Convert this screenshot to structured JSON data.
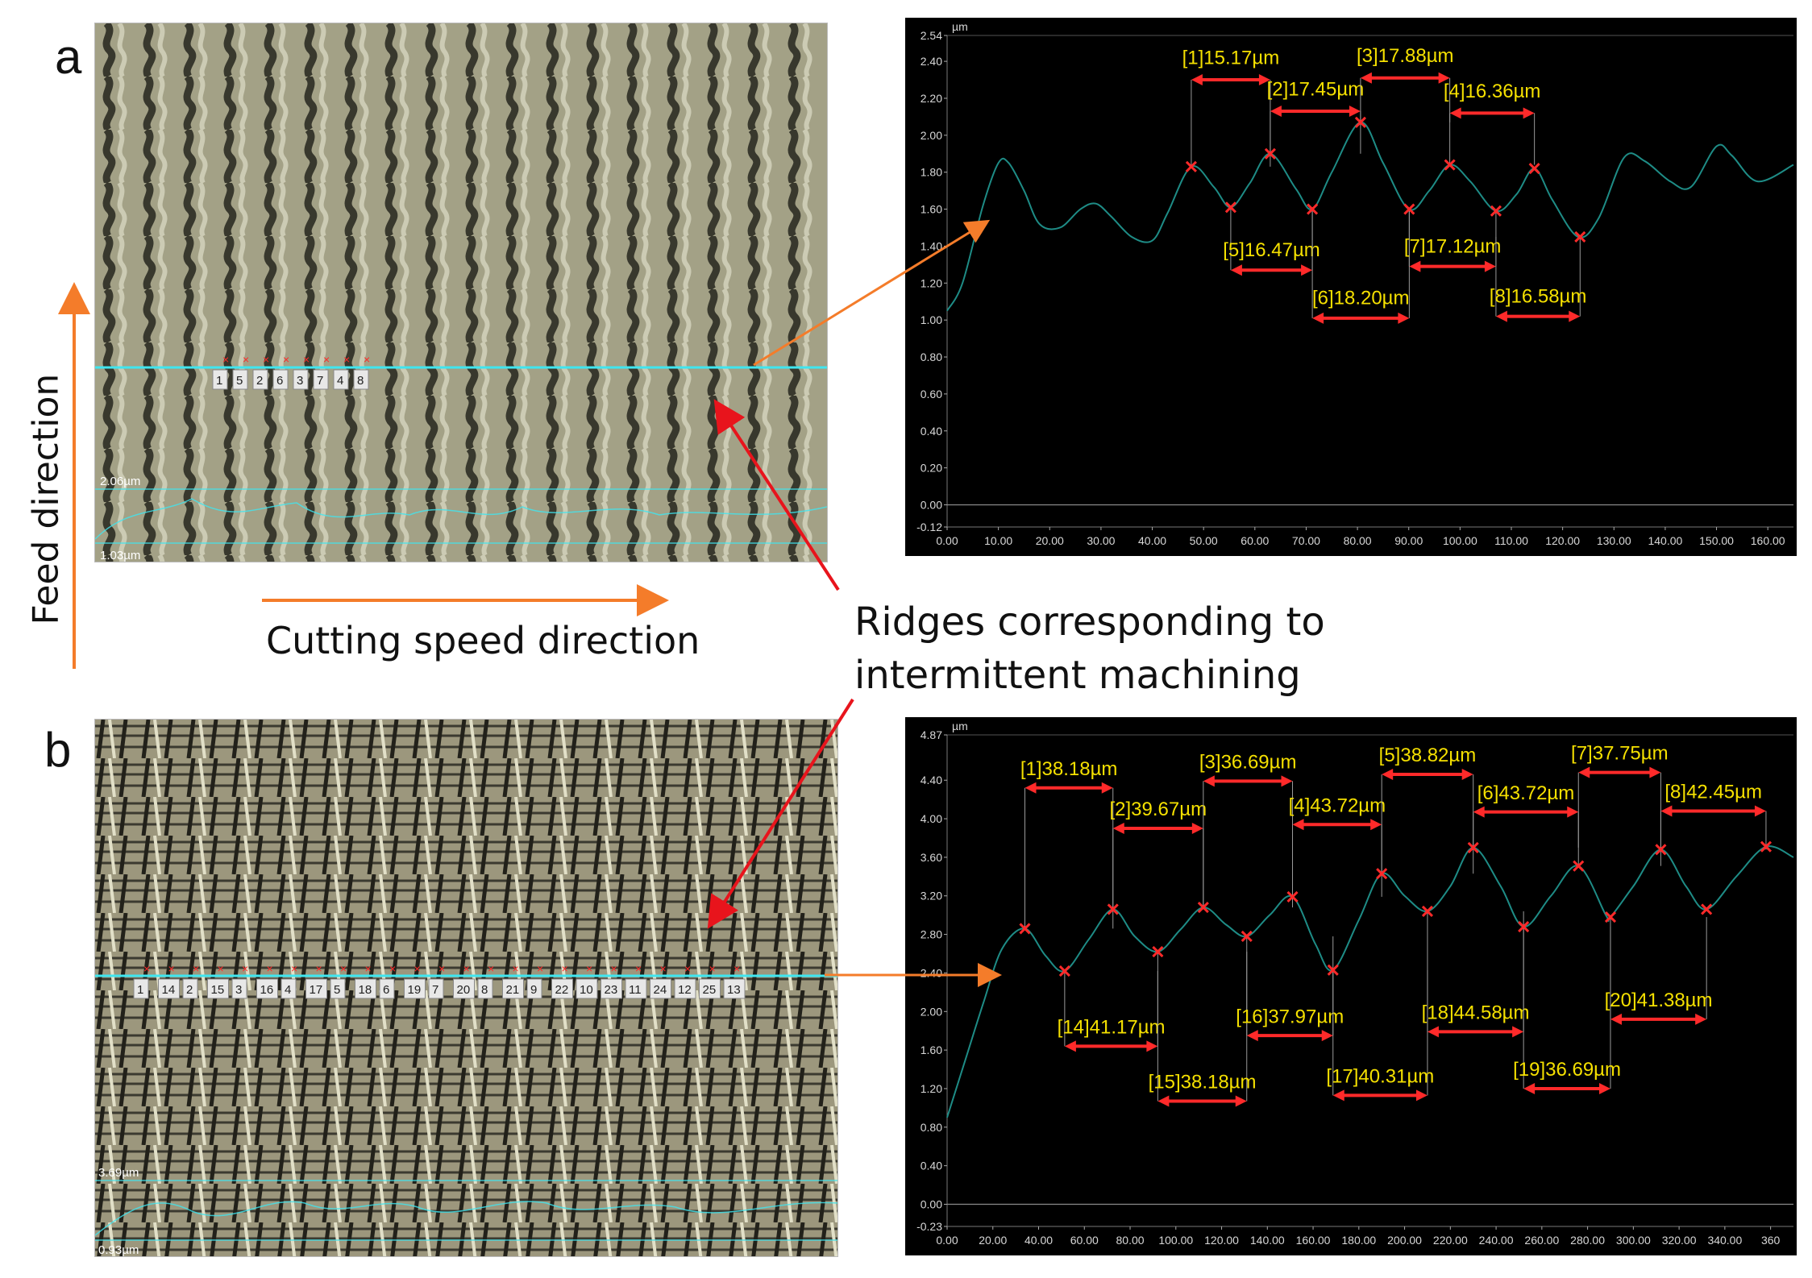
{
  "panels": {
    "a": {
      "letter": "a",
      "micro_overlay": {
        "top_label": "2.06µm",
        "bottom_label": "1.03µm",
        "point_labels": [
          "1",
          "5",
          "2",
          "6",
          "3",
          "7",
          "4",
          "8"
        ]
      }
    },
    "b": {
      "letter": "b",
      "micro_overlay": {
        "top_label": "3.69µm",
        "bottom_label": "0.93µm",
        "point_labels": [
          "1",
          "14",
          "2",
          "15",
          "3",
          "16",
          "4",
          "17",
          "5",
          "18",
          "6",
          "19",
          "7",
          "20",
          "8",
          "21",
          "9",
          "22",
          "10",
          "23",
          "11",
          "24",
          "12",
          "25",
          "13"
        ]
      }
    }
  },
  "annotations": {
    "feed_direction": "Feed direction",
    "cutting_speed_direction": "Cutting speed direction",
    "ridges_line1": "Ridges corresponding to",
    "ridges_line2": "intermittent machining"
  },
  "colors": {
    "profile_line": "#1e8c86",
    "marker": "#ff2a2a",
    "measure_text": "#f5e000",
    "arrow_orange": "#f47c2a",
    "arrow_red": "#e8141c",
    "cyan": "#3fe6f0"
  },
  "chart_data": [
    {
      "type": "line",
      "unit_label": "µm",
      "ylim": [
        -0.12,
        2.54
      ],
      "xlim": [
        0,
        165
      ],
      "y_ticks": [
        "2.54",
        "2.40",
        "2.20",
        "2.00",
        "1.80",
        "1.60",
        "1.40",
        "1.20",
        "1.00",
        "0.80",
        "0.60",
        "0.40",
        "0.20",
        "0.00",
        "-0.12"
      ],
      "x_ticks": [
        "0.00",
        "10.00",
        "20.00",
        "30.00",
        "40.00",
        "50.00",
        "60.00",
        "70.00",
        "80.00",
        "90.00",
        "100.00",
        "110.00",
        "120.00",
        "130.00",
        "140.00",
        "150.00",
        "160.00"
      ],
      "series": [
        {
          "x": [
            0,
            3,
            7,
            10,
            12,
            15,
            18,
            22,
            26,
            29,
            32,
            36,
            40,
            43,
            47.6,
            52,
            55.3,
            59,
            63,
            68,
            71.2,
            75,
            80.6,
            85,
            90,
            94,
            98,
            102,
            107,
            111,
            114.5,
            118,
            123,
            127,
            132,
            136,
            141,
            145,
            150,
            153,
            158,
            165
          ],
          "y": [
            1.05,
            1.2,
            1.62,
            1.85,
            1.85,
            1.7,
            1.52,
            1.5,
            1.6,
            1.63,
            1.56,
            1.45,
            1.43,
            1.58,
            1.83,
            1.72,
            1.61,
            1.74,
            1.9,
            1.71,
            1.6,
            1.8,
            2.07,
            1.85,
            1.6,
            1.7,
            1.84,
            1.75,
            1.59,
            1.68,
            1.82,
            1.65,
            1.45,
            1.55,
            1.88,
            1.86,
            1.75,
            1.72,
            1.94,
            1.89,
            1.75,
            1.84
          ]
        }
      ],
      "markers": [
        {
          "x": 47.6,
          "y": 1.83
        },
        {
          "x": 55.3,
          "y": 1.61
        },
        {
          "x": 63.0,
          "y": 1.9
        },
        {
          "x": 71.2,
          "y": 1.6
        },
        {
          "x": 80.6,
          "y": 2.07
        },
        {
          "x": 90.1,
          "y": 1.6
        },
        {
          "x": 98.0,
          "y": 1.84
        },
        {
          "x": 107.0,
          "y": 1.59
        },
        {
          "x": 114.5,
          "y": 1.82
        },
        {
          "x": 123.4,
          "y": 1.45
        }
      ],
      "measurements": [
        {
          "label": "[1]15.17µm",
          "x1": 47.6,
          "x2": 63.0,
          "y": 2.3,
          "text_y": 2.42,
          "drop_to": 1.83
        },
        {
          "label": "[2]17.45µm",
          "x1": 63.0,
          "x2": 80.6,
          "y": 2.13,
          "text_y": 2.25,
          "drop_to": 1.9
        },
        {
          "label": "[3]17.88µm",
          "x1": 80.6,
          "x2": 98.0,
          "y": 2.31,
          "text_y": 2.43,
          "drop_to": 2.07
        },
        {
          "label": "[4]16.36µm",
          "x1": 98.0,
          "x2": 114.5,
          "y": 2.12,
          "text_y": 2.24,
          "drop_to": 1.84
        },
        {
          "label": "[5]16.47µm",
          "x1": 55.3,
          "x2": 71.2,
          "y": 1.27,
          "text_y": 1.38,
          "drop_to": 1.61
        },
        {
          "label": "[6]18.20µm",
          "x1": 71.2,
          "x2": 90.1,
          "y": 1.01,
          "text_y": 1.12,
          "drop_to": 1.6
        },
        {
          "label": "[7]17.12µm",
          "x1": 90.1,
          "x2": 107.0,
          "y": 1.29,
          "text_y": 1.4,
          "drop_to": 1.6
        },
        {
          "label": "[8]16.58µm",
          "x1": 107.0,
          "x2": 123.4,
          "y": 1.02,
          "text_y": 1.13,
          "drop_to": 1.45
        }
      ]
    },
    {
      "type": "line",
      "unit_label": "µm",
      "ylim": [
        -0.23,
        4.87
      ],
      "xlim": [
        0,
        370
      ],
      "y_ticks": [
        "4.87",
        "4.40",
        "4.00",
        "3.60",
        "3.20",
        "2.80",
        "2.40",
        "2.00",
        "1.60",
        "1.20",
        "0.80",
        "0.40",
        "0.00",
        "-0.23"
      ],
      "x_ticks": [
        "0.00",
        "20.00",
        "40.00",
        "60.00",
        "80.00",
        "100.00",
        "120.00",
        "140.00",
        "160.00",
        "180.00",
        "200.00",
        "220.00",
        "240.00",
        "260.00",
        "280.00",
        "300.00",
        "320.00",
        "340.00",
        "360"
      ],
      "series": [
        {
          "x": [
            0,
            8,
            16,
            24,
            34,
            43,
            51.4,
            62,
            72.5,
            82,
            92.1,
            102,
            112,
            122,
            131,
            141,
            151,
            161,
            168.7,
            180,
            190,
            200,
            210,
            220,
            230,
            242,
            252,
            264,
            276,
            288,
            290,
            300,
            312,
            323,
            332,
            345,
            358,
            370
          ],
          "y": [
            0.9,
            1.5,
            2.1,
            2.65,
            2.86,
            2.58,
            2.42,
            2.75,
            3.06,
            2.78,
            2.62,
            2.85,
            3.08,
            2.9,
            2.78,
            3.0,
            3.19,
            2.7,
            2.43,
            2.95,
            3.43,
            3.2,
            3.04,
            3.3,
            3.7,
            3.3,
            2.88,
            3.2,
            3.51,
            3.0,
            2.98,
            3.3,
            3.68,
            3.3,
            3.06,
            3.4,
            3.71,
            3.6
          ]
        }
      ],
      "markers": [
        {
          "x": 34.0,
          "y": 2.86
        },
        {
          "x": 51.4,
          "y": 2.42
        },
        {
          "x": 72.5,
          "y": 3.06
        },
        {
          "x": 92.1,
          "y": 2.62
        },
        {
          "x": 112.0,
          "y": 3.08
        },
        {
          "x": 131.0,
          "y": 2.78
        },
        {
          "x": 151.0,
          "y": 3.19
        },
        {
          "x": 168.7,
          "y": 2.43
        },
        {
          "x": 190.0,
          "y": 3.43
        },
        {
          "x": 210.0,
          "y": 3.04
        },
        {
          "x": 230.0,
          "y": 3.7
        },
        {
          "x": 252.0,
          "y": 2.88
        },
        {
          "x": 276.0,
          "y": 3.51
        },
        {
          "x": 290.0,
          "y": 2.98
        },
        {
          "x": 312.0,
          "y": 3.68
        },
        {
          "x": 332.0,
          "y": 3.06
        },
        {
          "x": 358.0,
          "y": 3.71
        }
      ],
      "measurements": [
        {
          "label": "[1]38.18µm",
          "x1": 34.0,
          "x2": 72.5,
          "y": 4.32,
          "text_y": 4.52,
          "drop_to": 2.86
        },
        {
          "label": "[2]39.67µm",
          "x1": 72.5,
          "x2": 112.0,
          "y": 3.9,
          "text_y": 4.1,
          "drop_to": 3.06
        },
        {
          "label": "[3]36.69µm",
          "x1": 112.0,
          "x2": 151.0,
          "y": 4.39,
          "text_y": 4.59,
          "drop_to": 3.08
        },
        {
          "label": "[4]43.72µm",
          "x1": 151.0,
          "x2": 190.0,
          "y": 3.94,
          "text_y": 4.14,
          "drop_to": 3.19
        },
        {
          "label": "[5]38.82µm",
          "x1": 190.0,
          "x2": 230.0,
          "y": 4.46,
          "text_y": 4.66,
          "drop_to": 3.43
        },
        {
          "label": "[6]43.72µm",
          "x1": 230.0,
          "x2": 276.0,
          "y": 4.07,
          "text_y": 4.27,
          "drop_to": 3.7
        },
        {
          "label": "[7]37.75µm",
          "x1": 276.0,
          "x2": 312.0,
          "y": 4.48,
          "text_y": 4.68,
          "drop_to": 3.51
        },
        {
          "label": "[8]42.45µm",
          "x1": 312.0,
          "x2": 358.0,
          "y": 4.08,
          "text_y": 4.28,
          "drop_to": 3.68
        },
        {
          "label": "[14]41.17µm",
          "x1": 51.4,
          "x2": 92.1,
          "y": 1.64,
          "text_y": 1.84,
          "drop_to": 2.42
        },
        {
          "label": "[15]38.18µm",
          "x1": 92.1,
          "x2": 131.0,
          "y": 1.07,
          "text_y": 1.27,
          "drop_to": 2.62
        },
        {
          "label": "[16]37.97µm",
          "x1": 131.0,
          "x2": 168.7,
          "y": 1.75,
          "text_y": 1.95,
          "drop_to": 2.78
        },
        {
          "label": "[17]40.31µm",
          "x1": 168.7,
          "x2": 210.0,
          "y": 1.13,
          "text_y": 1.33,
          "drop_to": 2.43
        },
        {
          "label": "[18]44.58µm",
          "x1": 210.0,
          "x2": 252.0,
          "y": 1.79,
          "text_y": 1.99,
          "drop_to": 3.04
        },
        {
          "label": "[19]36.69µm",
          "x1": 252.0,
          "x2": 290.0,
          "y": 1.2,
          "text_y": 1.4,
          "drop_to": 2.88
        },
        {
          "label": "[20]41.38µm",
          "x1": 290.0,
          "x2": 332.0,
          "y": 1.92,
          "text_y": 2.12,
          "drop_to": 2.98
        }
      ]
    }
  ]
}
